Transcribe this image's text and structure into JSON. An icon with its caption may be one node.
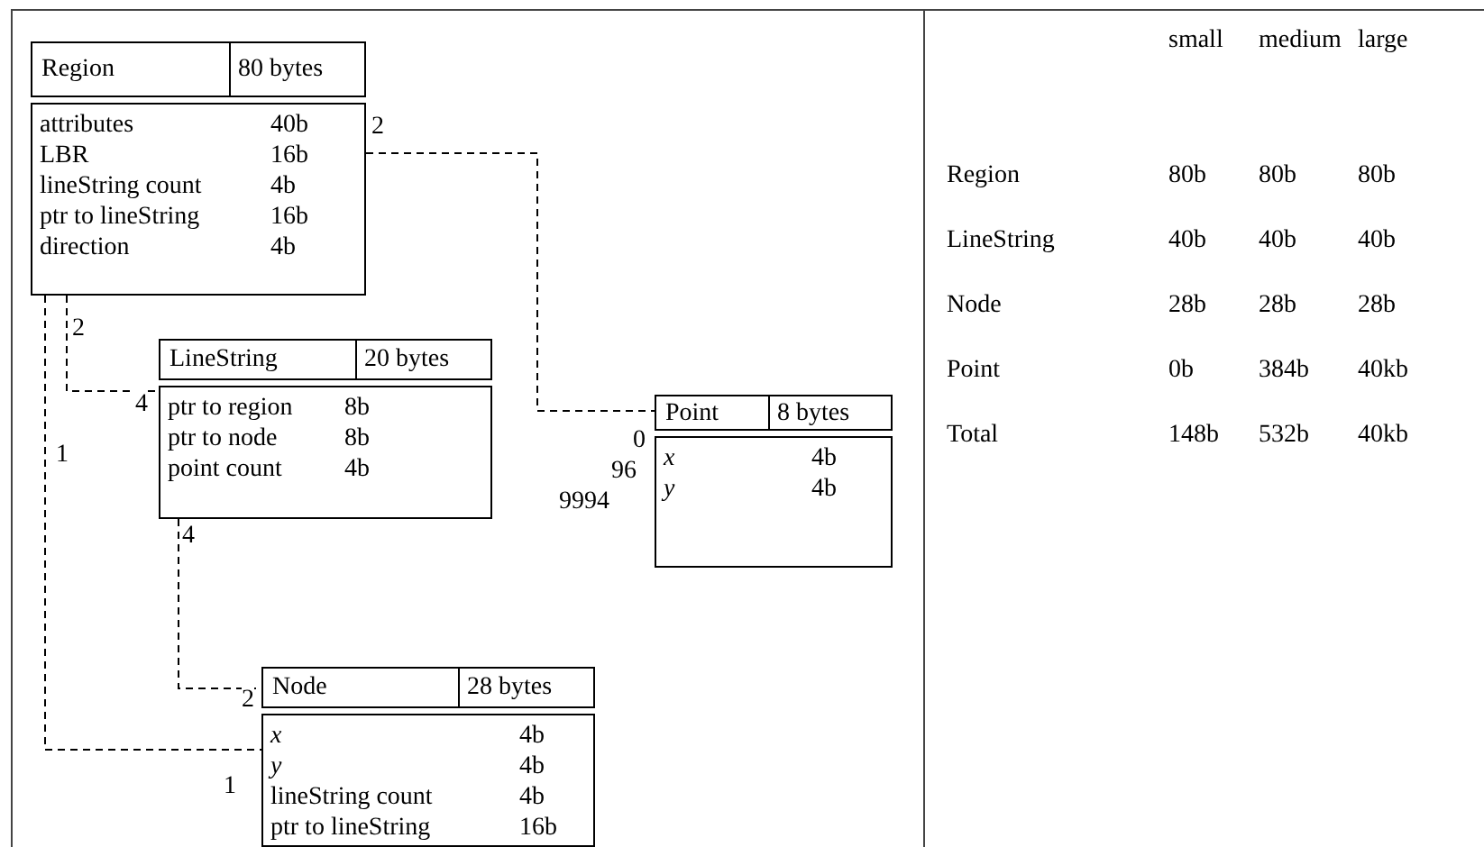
{
  "diagram": {
    "nodes": [
      {
        "text": [
          "Region",
          "80 bytes",
          "attributes",
          "40b",
          "LBR",
          "16b",
          "lineString count",
          "4b",
          "ptr to lineString",
          "16b",
          "direction",
          "4b"
        ]
      },
      {
        "text": [
          "LineString",
          "20 bytes",
          "ptr to region",
          "8b",
          "ptr to node",
          "8b",
          "point count",
          "4b"
        ]
      },
      {
        "text": [
          "Point",
          "8 bytes",
          "*x*",
          "4b",
          "*y*",
          "4b"
        ],
        "beside": [
          "0",
          "96",
          "9994"
        ]
      },
      {
        "text": [
          "Node",
          "28 bytes",
          "*x*",
          "4b",
          "*y*",
          "4b",
          "lineString count",
          "4b",
          "ptr to lineString",
          "16b"
        ]
      }
    ],
    "edges": [
      {
        "from": 0,
        "to": 2,
        "arrow": "none"
      },
      {
        "from": 0,
        "to": 1,
        "arrow": "none"
      },
      {
        "from": 0,
        "to": 3,
        "arrow": "none"
      },
      {
        "from": 1,
        "to": 3,
        "arrow": "none"
      }
    ],
    "labels": [
      "2",
      "2",
      "4",
      "1",
      "4",
      "2",
      "1",
      "small",
      "medium",
      "large",
      "Region",
      "80b",
      "80b",
      "80b",
      "LineString",
      "40b",
      "40b",
      "40b",
      "Node",
      "28b",
      "28b",
      "28b",
      "Point",
      "0b",
      "384b",
      "40kb",
      "Total",
      "148b",
      "532b",
      "40kb"
    ]
  }
}
